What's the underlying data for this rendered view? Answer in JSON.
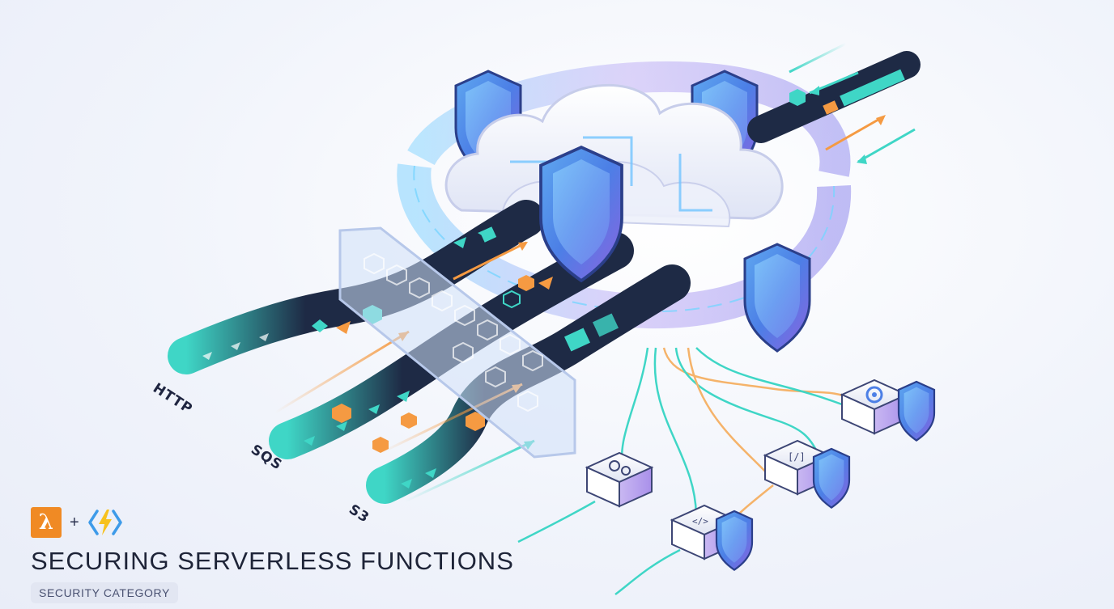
{
  "streams": {
    "http": "HTTP",
    "sqs": "SQS",
    "s3": "S3"
  },
  "title": "SECURING SERVERLESS FUNCTIONS",
  "category": "SECURITY CATEGORY",
  "brand": {
    "lambda_glyph": "λ",
    "plus": "+",
    "left_icon": "aws-lambda-icon",
    "right_icon": "azure-functions-icon"
  },
  "colors": {
    "teal": "#3fd6c6",
    "orange": "#f59a42",
    "navy": "#1e2a45",
    "shield_blue": "#4c7fe6",
    "shield_purple": "#8b63e0",
    "lambda_orange": "#f08a24",
    "azure_blue": "#3d9be9",
    "bolt_yellow": "#f7c21e"
  }
}
